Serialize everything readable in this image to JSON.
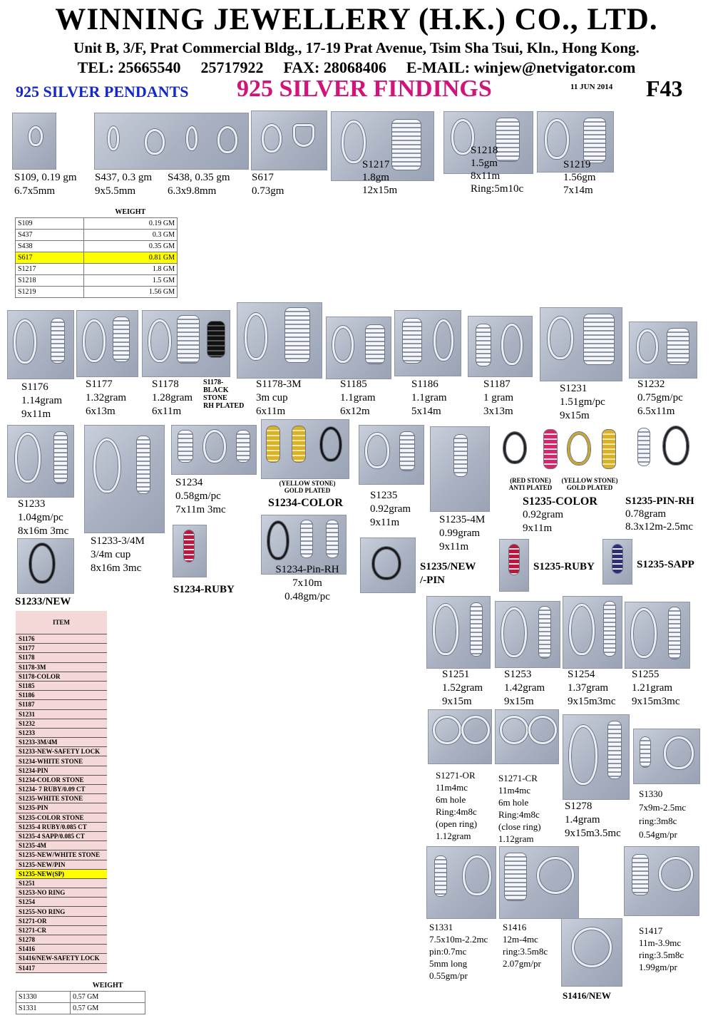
{
  "header": {
    "title": "WINNING JEWELLERY (H.K.) CO., LTD.",
    "address": "Unit B, 3/F, Prat Commercial Bldg., 17-19 Prat Avenue, Tsim Sha Tsui, Kln., Hong Kong.",
    "tel_label": "TEL: 25665540",
    "tel2": "25717922",
    "fax": "FAX: 28068406",
    "email": "E-MAIL: winjew@netvigator.com",
    "left_subtitle": "925 SILVER PENDANTS",
    "main_subtitle": "925 SILVER FINDINGS",
    "date": "11 JUN 2014",
    "page_code": "F43"
  },
  "products": {
    "s109": [
      "S109, 0.19 gm",
      "6.7x5mm"
    ],
    "s437": [
      "S437, 0.3 gm",
      "9x5.5mm"
    ],
    "s438": [
      "S438, 0.35 gm",
      "6.3x9.8mm"
    ],
    "s617": [
      "S617",
      "0.73gm"
    ],
    "s1217": [
      "S1217",
      "1.8gm",
      "12x15m"
    ],
    "s1218": [
      "S1218",
      "1.5gm",
      "8x11m",
      "Ring:5m10c"
    ],
    "s1219": [
      "S1219",
      "1.56gm",
      "7x14m"
    ],
    "s1176": [
      "S1176",
      "1.14gram",
      "9x11m"
    ],
    "s1177": [
      "S1177",
      "1.32gram",
      "6x13m"
    ],
    "s1178": [
      "S1178",
      "1.28gram",
      "6x11m"
    ],
    "s1178b": [
      "S1178-",
      "BLACK",
      "STONE",
      "RH PLATED"
    ],
    "s1178_3m": [
      "S1178-3M",
      "3m cup",
      "6x11m"
    ],
    "s1185": [
      "S1185",
      "1.1gram",
      "6x12m"
    ],
    "s1186": [
      "S1186",
      "1.1gram",
      "5x14m"
    ],
    "s1187": [
      "S1187",
      "1 gram",
      "3x13m"
    ],
    "s1231": [
      "S1231",
      "1.51gm/pc",
      "9x15m"
    ],
    "s1232": [
      "S1232",
      "0.75gm/pc",
      "6.5x11m"
    ],
    "s1233": [
      "S1233",
      "1.04gm/pc",
      "8x16m 3mc"
    ],
    "s1233_34": [
      "S1233-3/4M",
      "3/4m cup",
      "8x16m 3mc"
    ],
    "s1234": [
      "S1234",
      "0.58gm/pc",
      "7x11m 3mc"
    ],
    "s1234_color_note": [
      "(YELLOW STONE)",
      "GOLD PLATED"
    ],
    "s1234_color": "S1234-COLOR",
    "s1235": [
      "S1235",
      "0.92gram",
      "9x11m"
    ],
    "s1235_4m": [
      "S1235-4M",
      "0.99gram",
      "9x11m"
    ],
    "s1235_color_note_a": [
      "(RED STONE)",
      "ANTI PLATED"
    ],
    "s1235_color_note_b": [
      "(YELLOW STONE)",
      "GOLD PLATED"
    ],
    "s1235_color": [
      "S1235-COLOR",
      "0.92gram",
      "9x11m"
    ],
    "s1235_pin_rh": [
      "S1235-PIN-RH",
      "0.78gram",
      "8.3x12m-2.5mc"
    ],
    "s1233_new": "S1233/NEW",
    "s1234_ruby": "S1234-RUBY",
    "s1234_pin_rh": [
      "S1234-Pin-RH",
      "7x10m",
      "0.48gm/pc"
    ],
    "s1235_new_pin": [
      "S1235/NEW",
      "/-PIN"
    ],
    "s1235_ruby": "S1235-RUBY",
    "s1235_sapp": "S1235-SAPP",
    "s1251": [
      "S1251",
      "1.52gram",
      "9x15m"
    ],
    "s1253": [
      "S1253",
      "1.42gram",
      "9x15m"
    ],
    "s1254": [
      "S1254",
      "1.37gram",
      "9x15m3mc"
    ],
    "s1255": [
      "S1255",
      "1.21gram",
      "9x15m3mc"
    ],
    "s1271_or": [
      "S1271-OR",
      "11m4mc",
      "6m hole",
      "Ring:4m8c",
      "(open ring)",
      "1.12gram"
    ],
    "s1271_cr": [
      "S1271-CR",
      "11m4mc",
      "6m hole",
      "Ring:4m8c",
      "(close ring)",
      "1.12gram"
    ],
    "s1278": [
      "S1278",
      "1.4gram",
      "9x15m3.5mc"
    ],
    "s1330": [
      "S1330",
      "7x9m-2.5mc",
      "ring:3m8c",
      "0.54gm/pr"
    ],
    "s1331": [
      "S1331",
      "7.5x10m-2.2mc",
      "pin:0.7mc",
      "5mm long",
      "0.55gm/pr"
    ],
    "s1416": [
      "S1416",
      "12m-4mc",
      "ring:3.5m8c",
      "2.07gm/pr"
    ],
    "s1416_new": "S1416/NEW",
    "s1417": [
      "S1417",
      "11m-3.9mc",
      "ring:3.5m8c",
      "1.99gm/pr"
    ]
  },
  "weight_table_1": {
    "header": "WEIGHT",
    "rows": [
      [
        "S109",
        "0.19 GM"
      ],
      [
        "S437",
        "0.3 GM"
      ],
      [
        "S438",
        "0.35 GM"
      ],
      [
        "S617",
        "0.81 GM"
      ],
      [
        "S1217",
        "1.8 GM"
      ],
      [
        "S1218",
        "1.5 GM"
      ],
      [
        "S1219",
        "1.56 GM"
      ]
    ],
    "highlight_row": 3,
    "highlight_color": "#ffff00"
  },
  "item_table": {
    "header": "ITEM",
    "rows": [
      "S1176",
      "S1177",
      "S1178",
      "S1178-3M",
      "S1178-COLOR",
      "S1185",
      "S1186",
      "S1187",
      "S1231",
      "S1232",
      "S1233",
      "S1233-3M/4M",
      "S1233-NEW-SAFETY LOCK",
      "S1234-WHITE STONE",
      "S1234-PIN",
      "S1234-COLOR STONE",
      "S1234- 7 RUBY/0.09 CT",
      "S1235-WHITE STONE",
      "S1235-PIN",
      "S1235-COLOR STONE",
      "S1235-4 RUBY/0.085 CT",
      "S1235-4 SAPP/0.085 CT",
      "S1235-4M",
      "S1235-NEW/WHITE STONE",
      "S1235-NEW/PIN",
      "S1235-NEW(SP)",
      "S1251",
      "S1253-NO RING",
      "S1254",
      "S1255-NO RING",
      "S1271-OR",
      "S1271-CR",
      "S1278",
      "S1416",
      "S1416/NEW-SAFETY LOCK",
      "S1417"
    ],
    "highlight_row": 25,
    "bg_color": "#f5d9d9"
  },
  "weight_table_2": {
    "header": "WEIGHT",
    "rows": [
      [
        "S1330",
        "0.57 GM"
      ],
      [
        "S1331",
        "0.57 GM"
      ]
    ]
  },
  "colors": {
    "blue_subtitle": "#1428c8",
    "magenta_subtitle": "#d0147a",
    "highlight": "#ffff00"
  }
}
